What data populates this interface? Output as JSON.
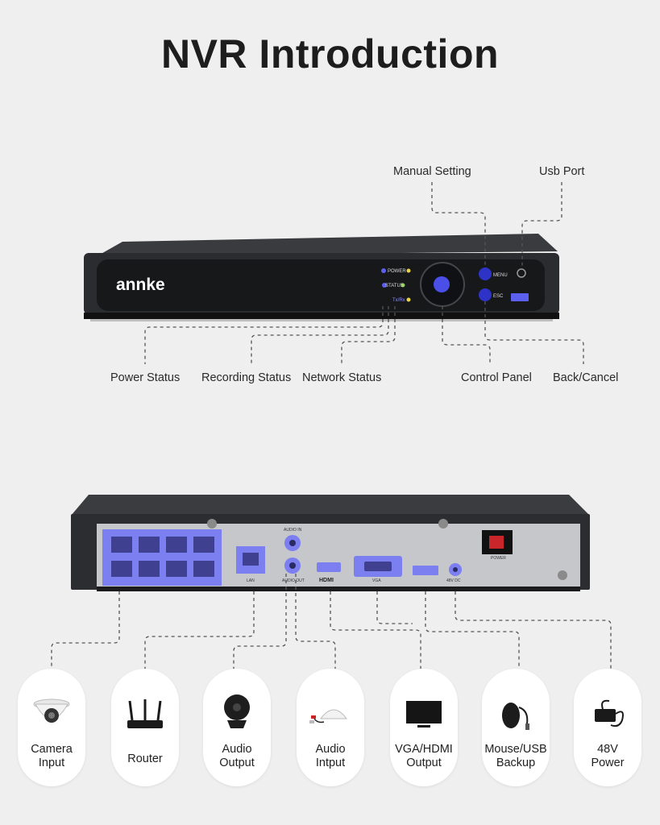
{
  "title": "NVR Introduction",
  "front": {
    "brand": "annke",
    "leds": [
      "POWER",
      "STATUS",
      "Tx/Rx"
    ],
    "buttons": [
      "MENU",
      "ESC"
    ]
  },
  "front_labels": {
    "manual_setting": "Manual Setting",
    "usb_port": "Usb Port",
    "power_status": "Power Status",
    "recording_status": "Recording Status",
    "network_status": "Network Status",
    "control_panel": "Control Panel",
    "back_cancel": "Back/Cancel"
  },
  "rear": {
    "audio_in": "AUDIO IN",
    "audio_out": "AUDIO OUT",
    "lan": "LAN",
    "hdmi": "HDMI",
    "vga": "VGA",
    "dc": "48V DC",
    "power": "POWER"
  },
  "cards": [
    {
      "line1": "Camera",
      "line2": "Input",
      "icon": "dome-camera-icon"
    },
    {
      "line1": "Router",
      "line2": "",
      "icon": "router-icon"
    },
    {
      "line1": "Audio",
      "line2": "Output",
      "icon": "speaker-icon"
    },
    {
      "line1": "Audio",
      "line2": "Intput",
      "icon": "microphone-icon"
    },
    {
      "line1": "VGA/HDMI",
      "line2": "Output",
      "icon": "monitor-icon"
    },
    {
      "line1": "Mouse/USB",
      "line2": "Backup",
      "icon": "mouse-icon"
    },
    {
      "line1": "48V",
      "line2": "Power",
      "icon": "power-adapter-icon"
    }
  ],
  "colors": {
    "accent": "#7b7ff0",
    "body": "#2a2b2e",
    "panel": "#c6c7cb"
  }
}
